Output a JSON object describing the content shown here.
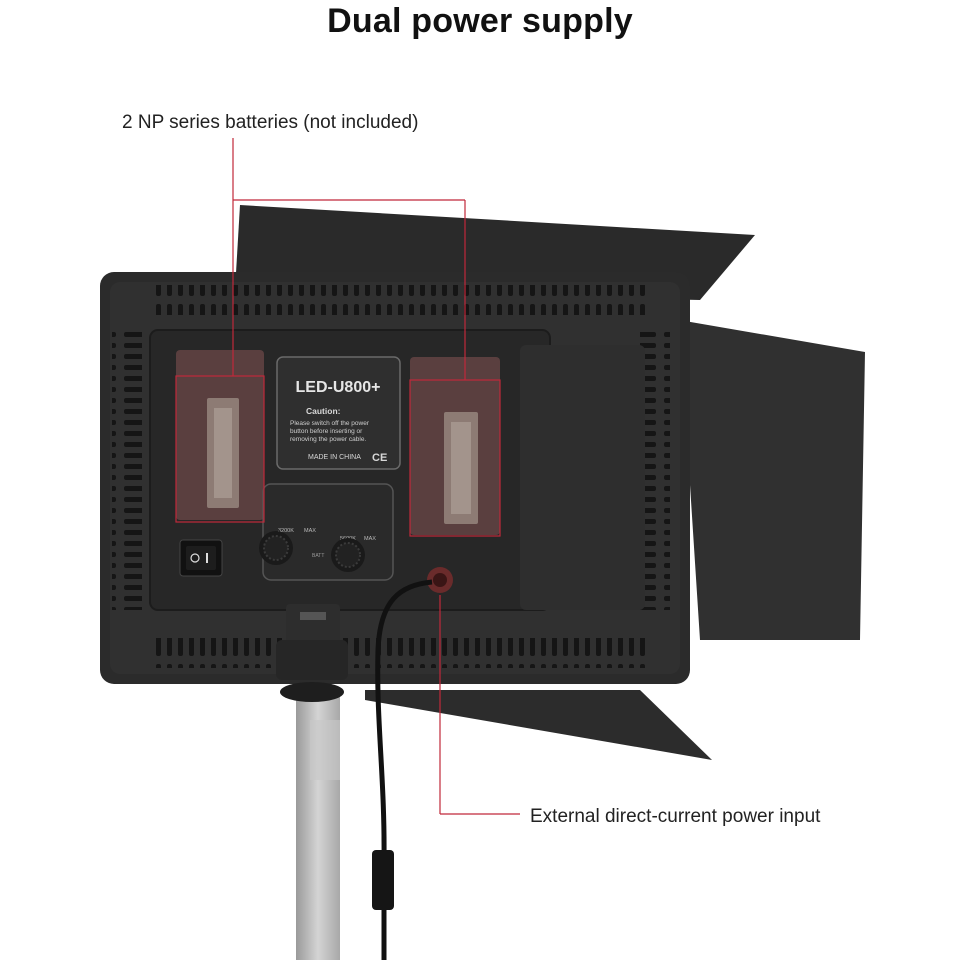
{
  "title": "Dual power supply",
  "callouts": {
    "batteries": "2 NP series batteries (not included)",
    "dc_input": "External direct-current power input"
  },
  "device": {
    "model": "LED-U800+",
    "caution_title": "Caution:",
    "caution_lines": [
      "Please switch off the power",
      "button before inserting or",
      "removing the power cable."
    ],
    "made_in": "MADE IN CHINA",
    "ce_mark": "CE",
    "knob_left_labels": [
      "3200K",
      "MAX"
    ],
    "knob_right_labels": [
      "5600K",
      "MAX"
    ],
    "battery_label": "BATT"
  },
  "colors": {
    "callout_line": "#c0283a",
    "battery_plate": "#5a3f3f",
    "housing": "#2b2b2b"
  }
}
